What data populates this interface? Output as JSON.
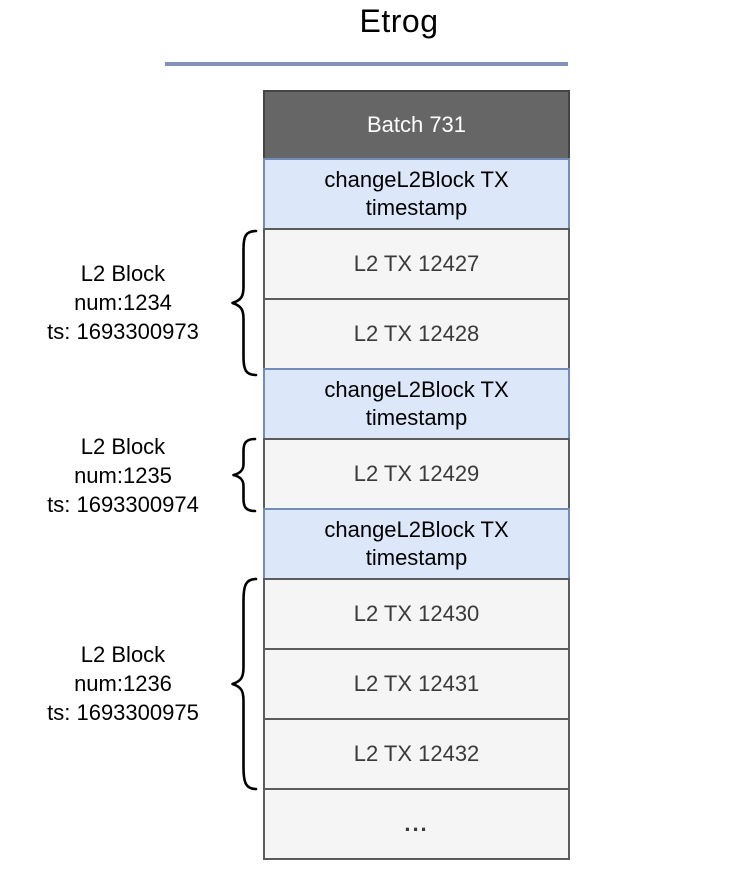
{
  "title": "Etrog",
  "colors": {
    "divider": "#8091bc",
    "header_fill": "#666666",
    "header_border": "#454545",
    "header_text": "#ffffff",
    "timestamp_fill": "#dce8fa",
    "timestamp_border": "#748cba",
    "timestamp_text": "#000000",
    "tx_fill": "#f5f5f5",
    "tx_border": "#5c5c5c",
    "tx_text": "#3a3a3a",
    "label_text": "#000000",
    "brace": "#000000"
  },
  "stack": {
    "header": "Batch 731",
    "rows": [
      {
        "kind": "timestamp",
        "text": "changeL2Block TX timestamp"
      },
      {
        "kind": "tx",
        "text": "L2 TX 12427"
      },
      {
        "kind": "tx",
        "text": "L2 TX 12428"
      },
      {
        "kind": "timestamp",
        "text": "changeL2Block TX timestamp"
      },
      {
        "kind": "tx",
        "text": "L2 TX 12429"
      },
      {
        "kind": "timestamp",
        "text": "changeL2Block TX timestamp"
      },
      {
        "kind": "tx",
        "text": "L2 TX 12430"
      },
      {
        "kind": "tx",
        "text": "L2 TX 12431"
      },
      {
        "kind": "tx",
        "text": "L2 TX 12432"
      },
      {
        "kind": "ellipsis",
        "text": "..."
      }
    ]
  },
  "l2_blocks": [
    {
      "lines": [
        "L2 Block",
        "num:1234",
        "ts: 1693300973"
      ]
    },
    {
      "lines": [
        "L2 Block",
        "num:1235",
        "ts: 1693300974"
      ]
    },
    {
      "lines": [
        "L2 Block",
        "num:1236",
        "ts: 1693300975"
      ]
    }
  ]
}
